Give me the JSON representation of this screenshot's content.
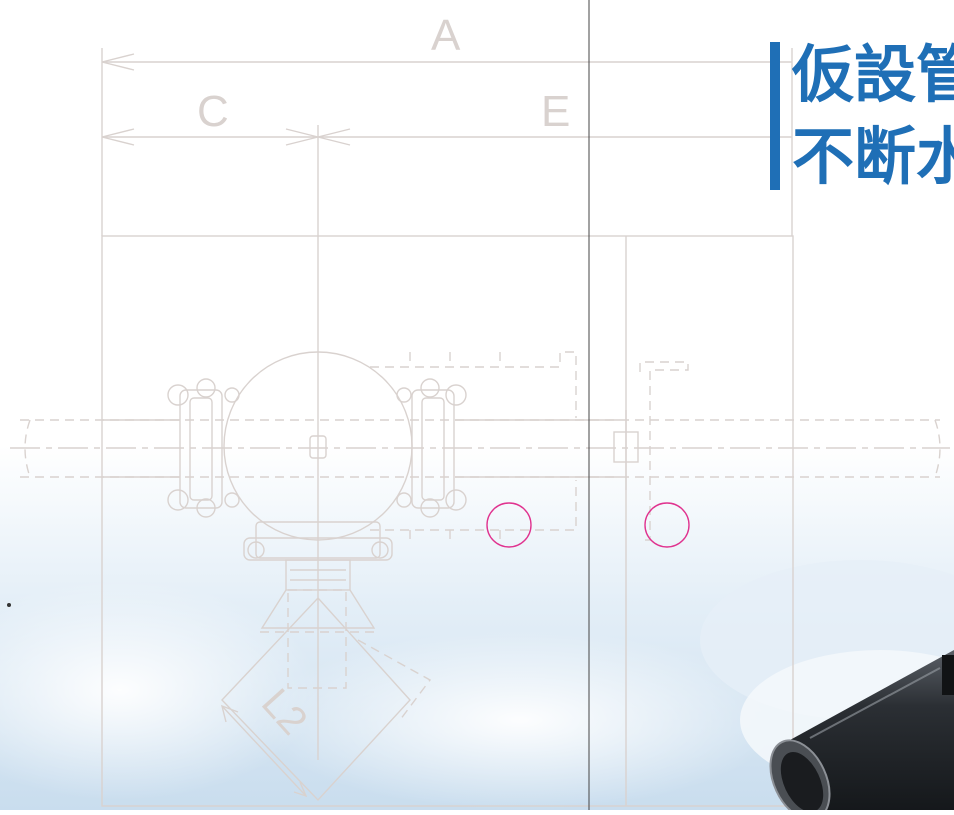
{
  "dimensions": {
    "a": "A",
    "c": "C",
    "e": "E",
    "l2": "L2"
  },
  "title": {
    "line1": "仮設管",
    "line2": "不断水"
  },
  "colors": {
    "drawing_line": "#d9d2cf",
    "accent_blue": "#1f6fb6",
    "marker_magenta": "#e0338f",
    "sky": "#cfe3f2",
    "divider": "#444444"
  }
}
